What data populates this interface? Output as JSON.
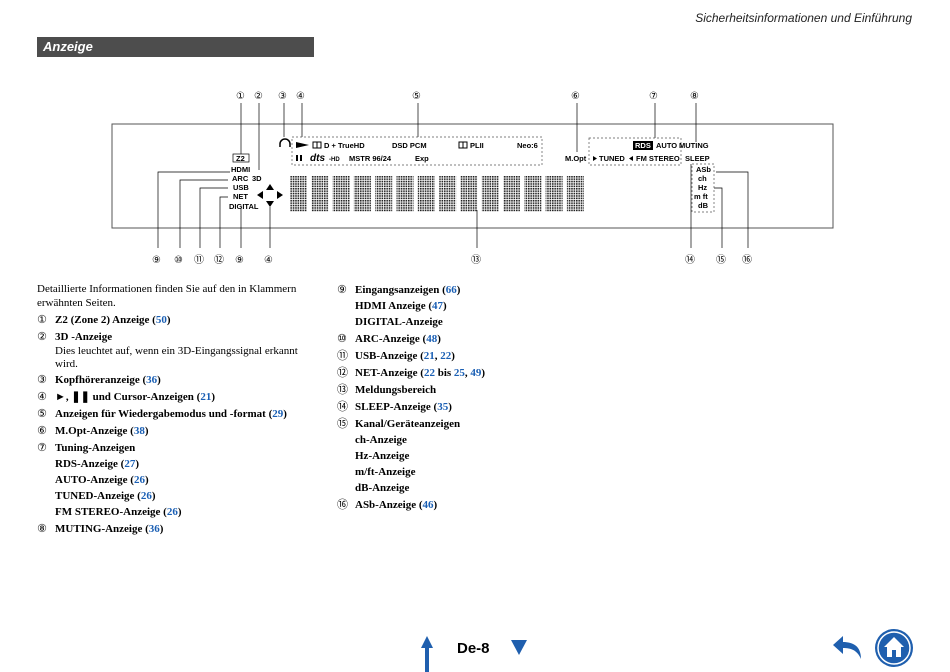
{
  "header": {
    "title": "Sicherheitsinformationen und Einführung"
  },
  "section": {
    "title": "Anzeige"
  },
  "display": {
    "callouts_top": [
      "①",
      "②",
      "③",
      "④",
      "⑤",
      "⑥",
      "⑦",
      "⑧"
    ],
    "callouts_bottom": [
      "⑨",
      "⑩",
      "⑪",
      "⑫",
      "⑨",
      "④",
      "⑬",
      "⑭",
      "⑮",
      "⑯"
    ],
    "labels": {
      "z2": "Z2",
      "hdmi": "HDMI",
      "arc": "ARC",
      "usb": "USB",
      "net": "NET",
      "digital": "DIGITAL",
      "three_d": "3D",
      "dolby_d": "D + TrueHD",
      "dsd_pcm": "DSD PCM",
      "pl2": "PLII",
      "neo6": "Neo:6",
      "dts": "dts",
      "hd": "-HD",
      "mstr": "MSTR 96/24",
      "exp": "Exp",
      "mopt": "M.Opt",
      "rds": "RDS",
      "auto": "AUTO",
      "muting": "MUTING",
      "tuned": "TUNED",
      "fm_stereo": "FM STEREO",
      "sleep": "SLEEP",
      "asb": "ASb",
      "ch": "ch",
      "hz": "Hz",
      "mft": "m ft",
      "db": "dB"
    }
  },
  "intro": "Detaillierte Informationen finden Sie auf den in Klammern erwähnten Seiten.",
  "left_items": [
    {
      "num": "①",
      "title": "Z2 (Zone 2) Anzeige (",
      "link": "50",
      "close": ")"
    },
    {
      "num": "②",
      "title": "3D -Anzeige",
      "desc": "Dies leuchtet auf, wenn ein 3D-Eingangssignal erkannt wird."
    },
    {
      "num": "③",
      "title": "Kopfhöreranzeige (",
      "link": "36",
      "close": ")"
    },
    {
      "num": "④",
      "title": "►, ❚❚ und Cursor-Anzeigen (",
      "link": "21",
      "close": ")"
    },
    {
      "num": "⑤",
      "title": "Anzeigen für Wiedergabemodus und -format (",
      "link": "29",
      "close": ")"
    },
    {
      "num": "⑥",
      "title": "M.Opt-Anzeige (",
      "link": "38",
      "close": ")"
    },
    {
      "num": "⑦",
      "title": "Tuning-Anzeigen"
    },
    {
      "sub1": "RDS-Anzeige (",
      "sub1_link": "27",
      "sub2": "AUTO-Anzeige (",
      "sub2_link": "26",
      "sub3": "TUNED-Anzeige (",
      "sub3_link": "26",
      "sub4": "FM STEREO-Anzeige (",
      "sub4_link": "26"
    },
    {
      "num": "⑧",
      "title": "MUTING-Anzeige (",
      "link": "36",
      "close": ")"
    }
  ],
  "right_items": [
    {
      "num": "⑨",
      "title": "Eingangsanzeigen (",
      "link": "66",
      "close": ")",
      "line2": "HDMI Anzeige (",
      "line2_link": "47",
      "line3": "DIGITAL-Anzeige"
    },
    {
      "num": "⑩",
      "title": "ARC-Anzeige (",
      "link": "48",
      "close": ")"
    },
    {
      "num": "⑪",
      "title": "USB-Anzeige (",
      "link": "21",
      "sep": ", ",
      "link2": "22",
      "close": ")"
    },
    {
      "num": "⑫",
      "title": "NET-Anzeige (",
      "link": "22",
      "mid": " bis ",
      "link2": "25",
      "sep": ", ",
      "link3": "49",
      "close": ")"
    },
    {
      "num": "⑬",
      "title": "Meldungsbereich"
    },
    {
      "num": "⑭",
      "title": "SLEEP-Anzeige (",
      "link": "35",
      "close": ")"
    },
    {
      "num": "⑮",
      "title": "Kanal/Geräteanzeigen",
      "l2": "ch-Anzeige",
      "l3": "Hz-Anzeige",
      "l4": "m/ft-Anzeige",
      "l5": "dB-Anzeige"
    },
    {
      "num": "⑯",
      "title": "ASb-Anzeige (",
      "link": "46",
      "close": ")"
    }
  ],
  "footer": {
    "page": "De-8"
  },
  "colors": {
    "link": "#1a5fb4",
    "bar": "#4d4d4d",
    "nav": "#1f5fae"
  }
}
